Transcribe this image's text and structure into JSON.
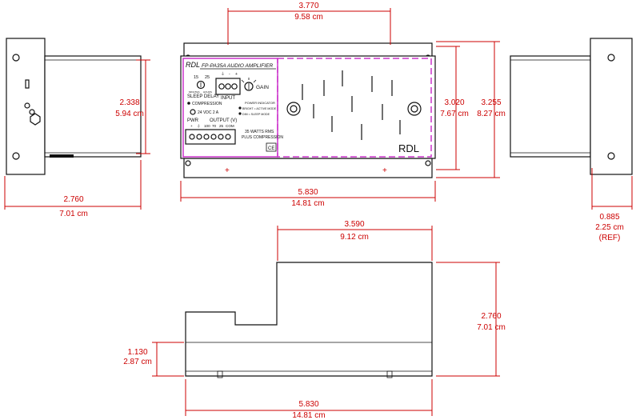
{
  "colors": {
    "dimension": "#cc0000",
    "outline": "#111111",
    "highlight": "#cc33cc"
  },
  "dimensions": {
    "top_width": {
      "in": "3.770",
      "cm": "9.58 cm"
    },
    "left_height": {
      "in": "2.338",
      "cm": "5.94 cm"
    },
    "inner_height": {
      "in": "3.020",
      "cm": "7.67 cm"
    },
    "outer_height": {
      "in": "3.255",
      "cm": "8.27 cm"
    },
    "left_depth": {
      "in": "2.760",
      "cm": "7.01 cm"
    },
    "front_width": {
      "in": "5.830",
      "cm": "14.81 cm"
    },
    "right_offset": {
      "in": "0.885",
      "cm": "2.25 cm",
      "ref": "(REF)"
    },
    "bottom_top": {
      "in": "3.590",
      "cm": "9.12 cm"
    },
    "bottom_height": {
      "in": "2.760",
      "cm": "7.01 cm"
    },
    "bottom_left": {
      "in": "1.130",
      "cm": "2.87 cm"
    },
    "bottom_width": {
      "in": "5.830",
      "cm": "14.81 cm"
    }
  },
  "panel": {
    "brand": "RDL",
    "model": "FP-PA35A AUDIO AMPLIFIER",
    "sleep_values": [
      "15",
      "25"
    ],
    "sleep_small": [
      "MINUTES",
      "HOURS"
    ],
    "sleep_label": "SLEEP DELAY",
    "input_label": "INPUT",
    "input_pins": [
      "⏚",
      "-",
      "+"
    ],
    "gain_label": "GAIN",
    "compression_label": "COMPRESSION",
    "power_indicator": "POWER INDICATOR",
    "bright_mode": "BRIGHT = ACTIVE MODE",
    "dim_mode": "DIM = SLEEP MODE",
    "supply": "24 VDC 2 A",
    "pwr_label": "PWR",
    "output_label": "OUTPUT (V)",
    "output_pins": [
      "+",
      "⏚",
      "100",
      "70",
      "25",
      "COM"
    ],
    "watts_line1": "35 WATTS RMS",
    "watts_line2": "PLUS COMPRESSION",
    "ce_mark": "CE",
    "cover_brand": "RDL"
  }
}
